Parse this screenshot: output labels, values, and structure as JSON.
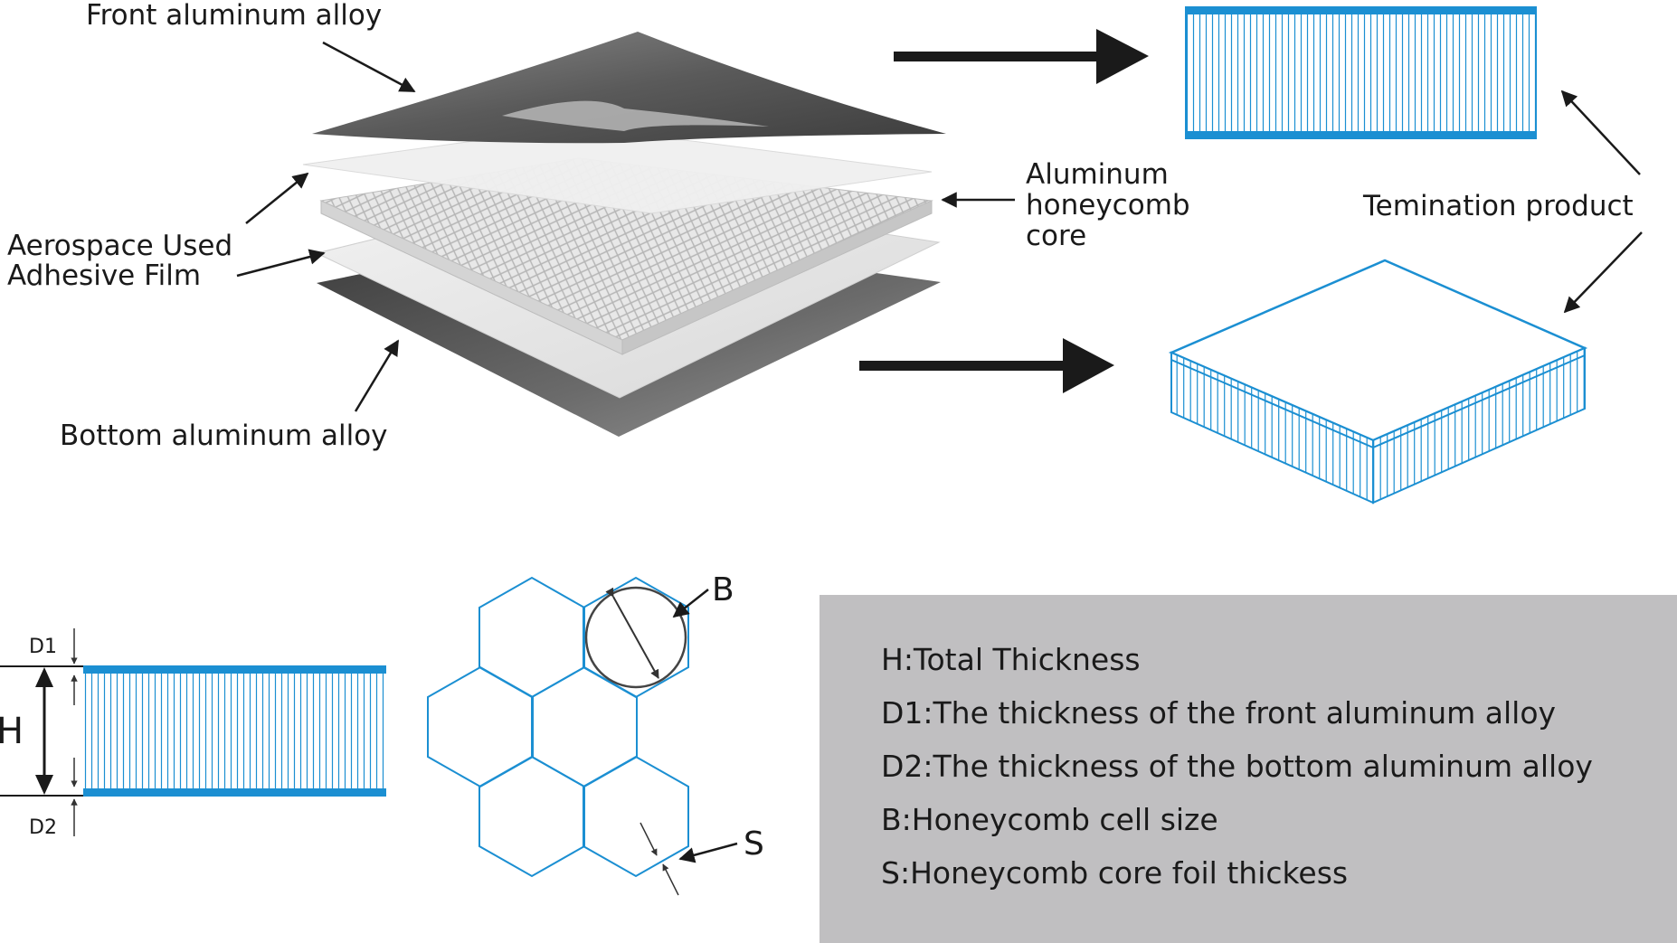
{
  "labels": {
    "front_alloy": "Front aluminum alloy",
    "adhesive_line1": "Aerospace Used",
    "adhesive_line2": "Adhesive Film",
    "bottom_alloy": "Bottom aluminum alloy",
    "core_line1": "Aluminum",
    "core_line2": "honeycomb",
    "core_line3": "core",
    "termination": "Temination product",
    "dim_d1": "D1",
    "dim_d2": "D2",
    "dim_h": "H",
    "dim_b": "B",
    "dim_s": "S"
  },
  "legend": [
    "H:Total Thickness",
    "D1:The thickness of the front aluminum alloy",
    "D2:The thickness of the bottom aluminum alloy",
    "B:Honeycomb cell size",
    "S:Honeycomb core foil thickess"
  ],
  "colors": {
    "accent_blue": "#1b8fd2",
    "legend_bg": "#c0bfc1",
    "arrow": "#1a1a1a"
  }
}
